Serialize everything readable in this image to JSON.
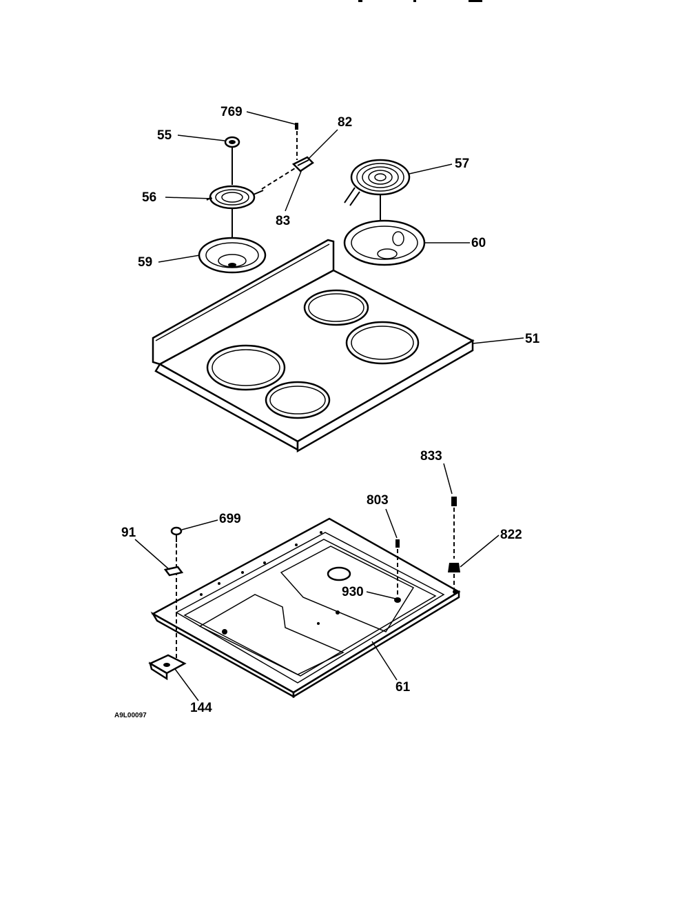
{
  "diagram": {
    "labels": {
      "p769": "769",
      "p55": "55",
      "p82": "82",
      "p56": "56",
      "p83": "83",
      "p57": "57",
      "p59": "59",
      "p60": "60",
      "p51": "51",
      "p833": "833",
      "p803": "803",
      "p699": "699",
      "p91": "91",
      "p822": "822",
      "p930": "930",
      "p61": "61",
      "p144": "144"
    },
    "drawing_code": "A9L00097"
  }
}
